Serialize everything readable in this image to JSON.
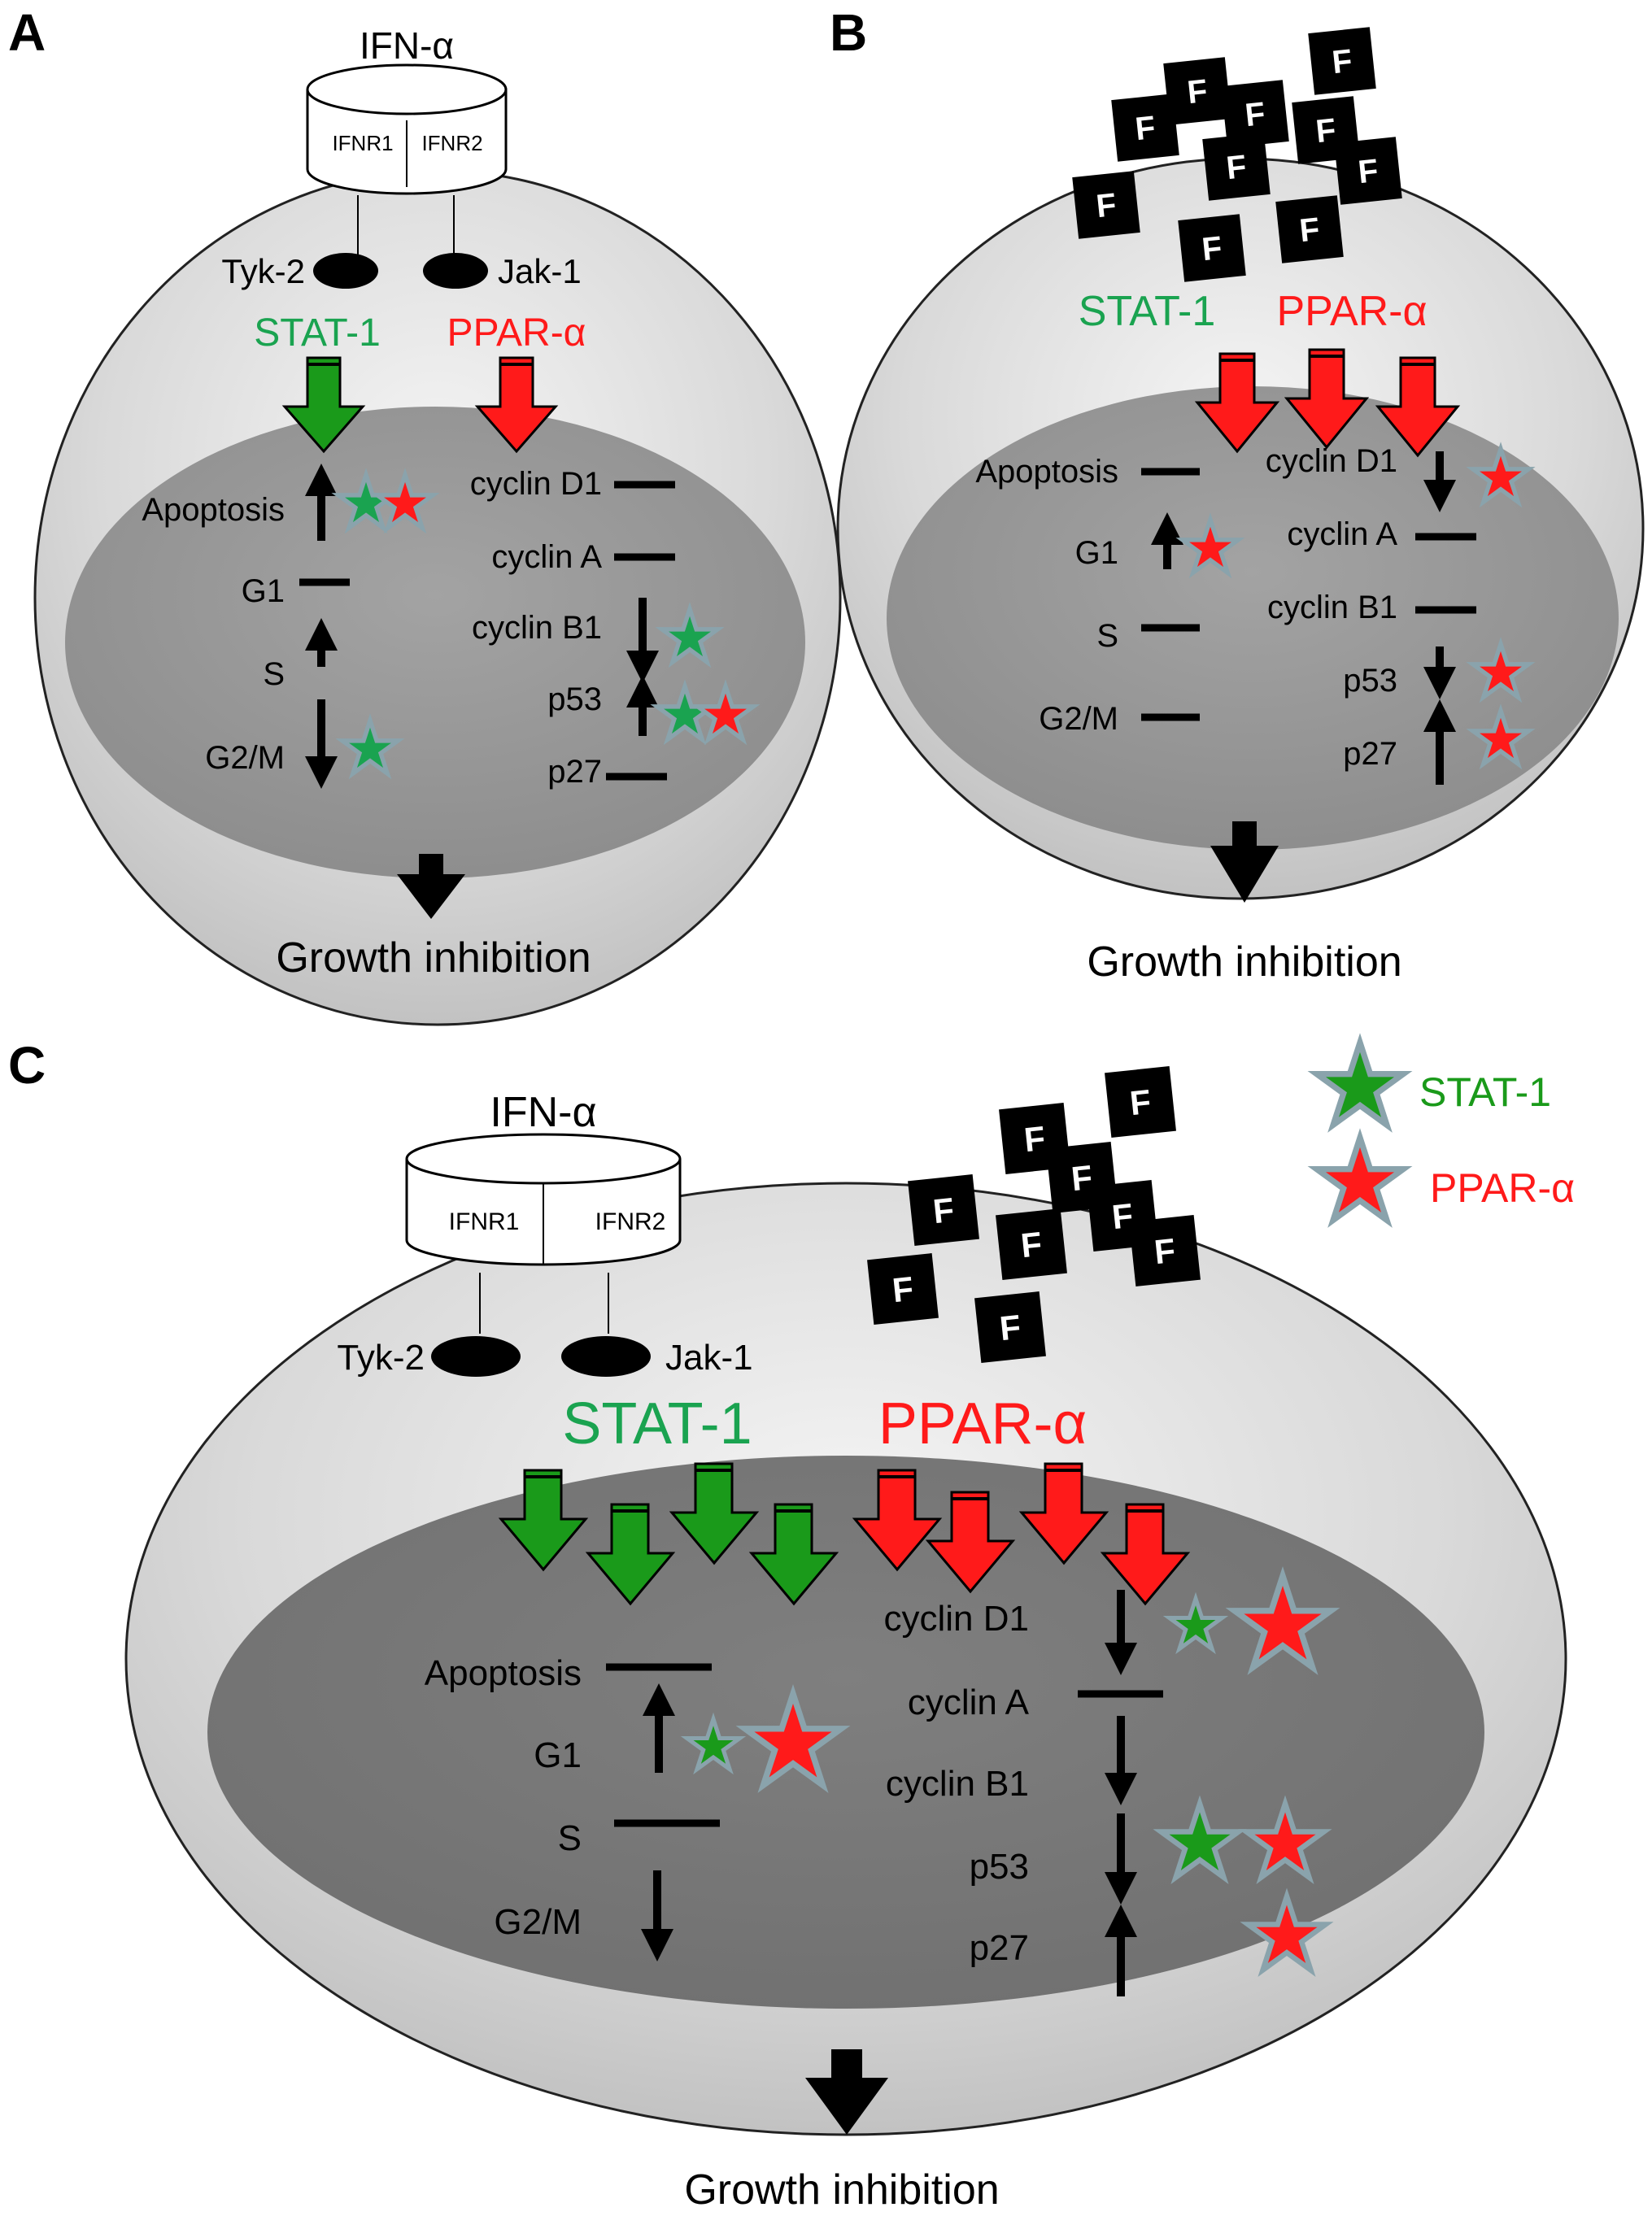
{
  "panels": {
    "a": {
      "letter": "A",
      "ligand": "IFN-α",
      "receptor1": "IFNR1",
      "receptor2": "IFNR2",
      "kinase1": "Tyk-2",
      "kinase2": "Jak-1",
      "factor1": "STAT-1",
      "factor2": "PPAR-α",
      "left_labels": [
        "Apoptosis",
        "G1",
        "S",
        "G2/M"
      ],
      "right_labels": [
        "cyclin D1",
        "cyclin A",
        "cyclin B1",
        "p53",
        "p27"
      ],
      "outcome": "Growth inhibition"
    },
    "b": {
      "letter": "B",
      "factor1": "STAT-1",
      "factor2": "PPAR-α",
      "f_label": "F",
      "left_labels": [
        "Apoptosis",
        "G1",
        "S",
        "G2/M"
      ],
      "right_labels": [
        "cyclin D1",
        "cyclin A",
        "cyclin B1",
        "p53",
        "p27"
      ],
      "outcome": "Growth inhibition"
    },
    "c": {
      "letter": "C",
      "ligand": "IFN-α",
      "receptor1": "IFNR1",
      "receptor2": "IFNR2",
      "kinase1": "Tyk-2",
      "kinase2": "Jak-1",
      "factor1": "STAT-1",
      "factor2": "PPAR-α",
      "f_label": "F",
      "left_labels": [
        "Apoptosis",
        "G1",
        "S",
        "G2/M"
      ],
      "right_labels": [
        "cyclin D1",
        "cyclin A",
        "cyclin B1",
        "p53",
        "p27"
      ],
      "outcome": "Growth inhibition"
    }
  },
  "legend": {
    "stat1": "STAT-1",
    "ppar": "PPAR-α"
  },
  "colors": {
    "stat_green": "#1a9a1a",
    "stat_text_green": "#1aa350",
    "ppar_red": "#ff1a1a",
    "star_outline": "#8aa3ac",
    "cell_outer": "#d6d6d6",
    "nucleus_light": "#9a9a9a",
    "nucleus_dark": "#7a7a7a"
  }
}
